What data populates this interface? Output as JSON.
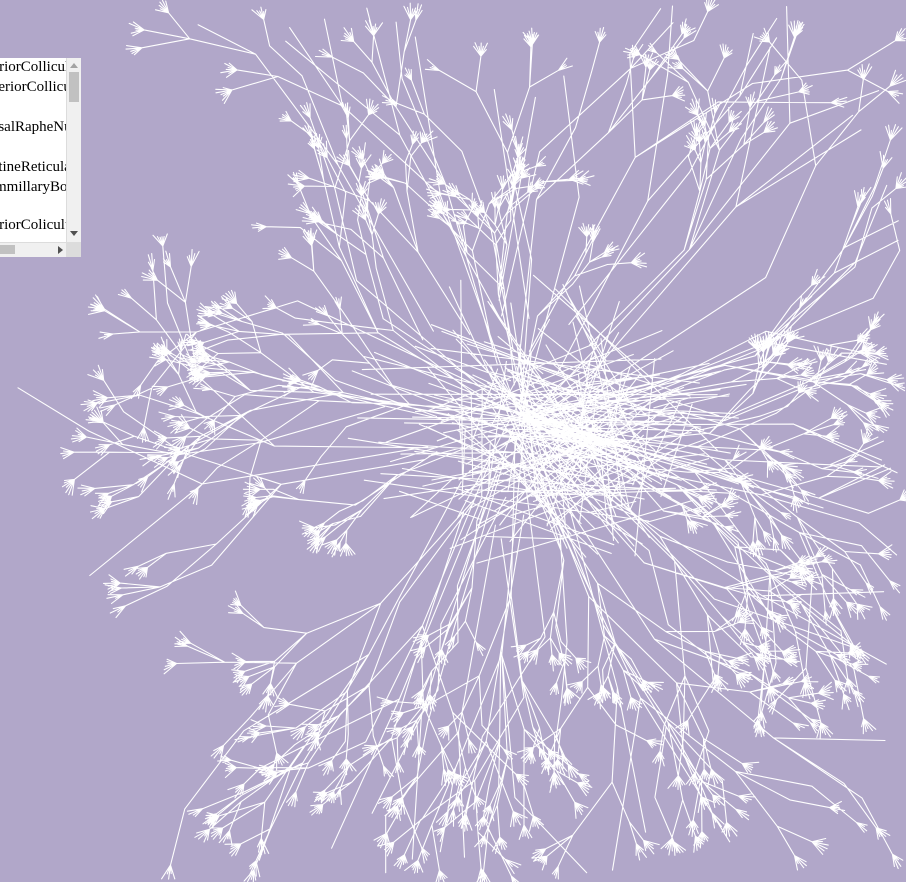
{
  "panel": {
    "regions": [
      "InferiorColliculus",
      "SuperiorColliculus",
      "",
      "DorsalRapheNuclei",
      "",
      "PontineReticularNuclei",
      "MammillaryBody",
      "",
      "InferiorColiculus"
    ]
  },
  "colors": {
    "background": "#b1a7c9",
    "neuron_stroke": "#ffffff",
    "panel_bg": "#ffffff",
    "scrollbar": "#f0f0f0",
    "scroll_thumb": "#c1c1c1"
  },
  "icons": {
    "scroll_up": "chevron-up-icon",
    "scroll_down": "chevron-down-icon",
    "scroll_right": "chevron-right-icon"
  }
}
